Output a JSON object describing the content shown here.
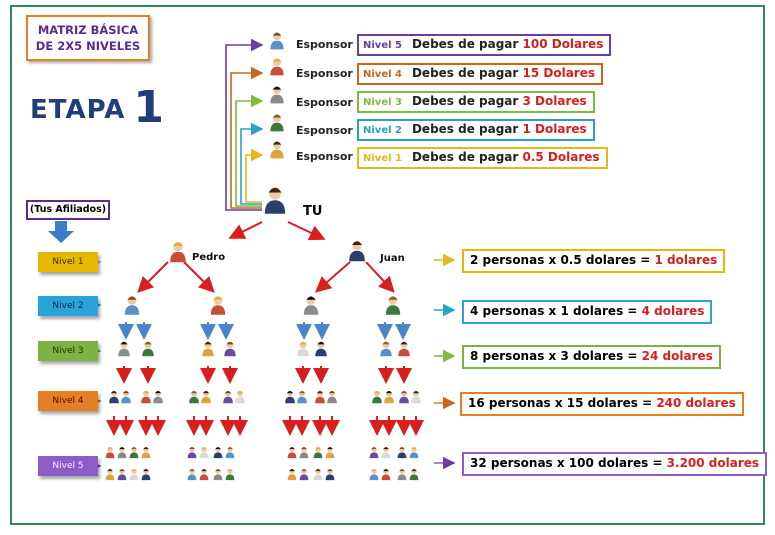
{
  "title": "MATRIZ BÁSICA DE 2X5 NIVELES",
  "stage": {
    "label": "ETAPA",
    "number": "1"
  },
  "sponsors": [
    {
      "label": "Esponsor 5",
      "level": "Nivel 5",
      "text": "Debes de pagar ",
      "amount": "100 Dolares",
      "color": "#6a3ea1"
    },
    {
      "label": "Esponsor 4",
      "level": "Nivel 4",
      "text": "Debes de pagar ",
      "amount": "15 Dolares",
      "color": "#c8661e"
    },
    {
      "label": "Esponsor 3",
      "level": "Nivel 3",
      "text": "Debes de pagar ",
      "amount": "3 Dolares",
      "color": "#7dbb42"
    },
    {
      "label": "Esponsor 2",
      "level": "Nivel 2",
      "text": "Debes de pagar ",
      "amount": "1 Dolares",
      "color": "#2aa1c9"
    },
    {
      "label": "Esponsor 1",
      "level": "Nivel 1",
      "text": "Debes de pagar ",
      "amount": "0.5 Dolares",
      "color": "#e3b81c"
    }
  ],
  "you": "TU",
  "affiliates": "(Tus Afiliados)",
  "left_child": "Pedro",
  "right_child": "Juan",
  "levels": [
    {
      "label": "Nivel 1",
      "color": "#e6b800",
      "calc": "2 personas x 0.5 dolares = ",
      "result": "1 dolares"
    },
    {
      "label": "Nivel 2",
      "color": "#29a3d9",
      "calc": "4 personas x 1 dolares = ",
      "result": "4 dolares"
    },
    {
      "label": "Nivel 3",
      "color": "#7cb342",
      "calc": "8 personas x 3 dolares = ",
      "result": "24 dolares"
    },
    {
      "label": "Nivel 4",
      "color": "#e67e22",
      "calc": "16 personas x 15 dolares = ",
      "result": "240 dolares"
    },
    {
      "label": "Nivel 5",
      "color": "#8e5cc8",
      "calc": "32 personas x 100 dolares = ",
      "result": "3.200 dolares"
    }
  ],
  "colors": {
    "arrow_red": "#d81e1e",
    "arrow_blue": "#4a86c5",
    "stage_blue": "#1f3e7a",
    "title_purple": "#5b2c8f",
    "frame_green": "#2e8b57"
  }
}
